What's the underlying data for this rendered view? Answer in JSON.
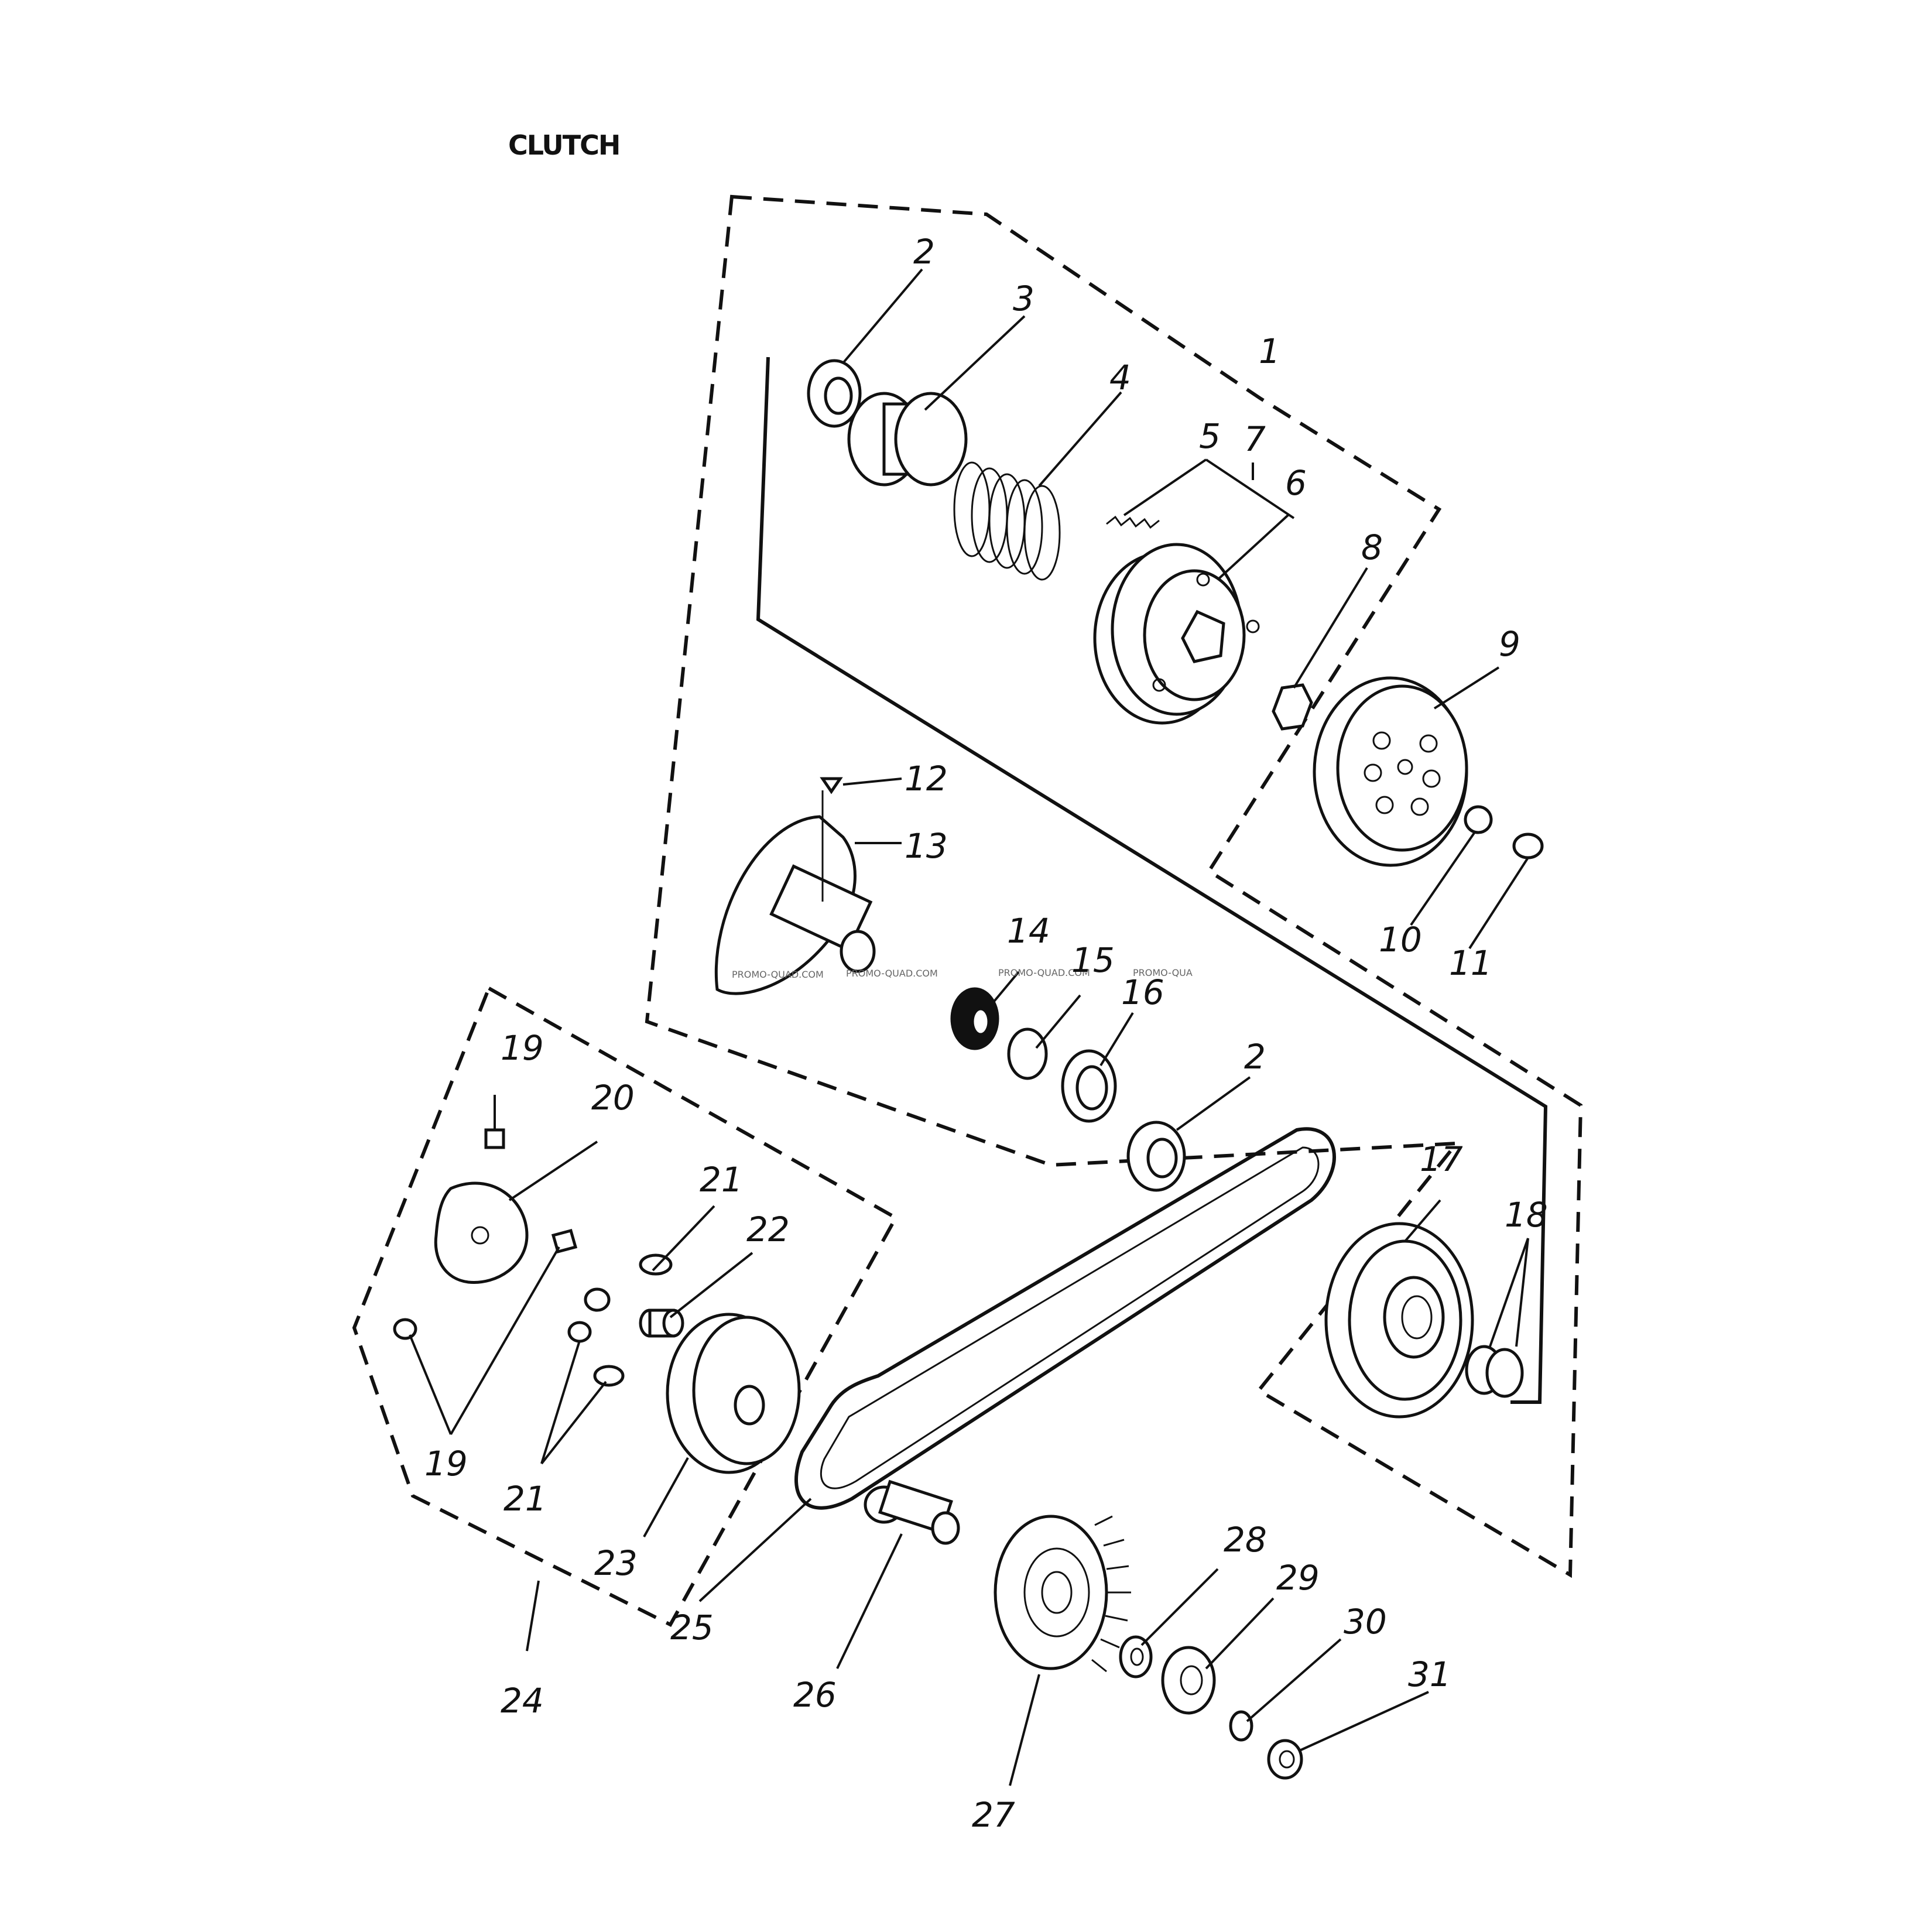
{
  "title": "CLUTCH",
  "watermark": [
    "PROMO-QUAD.COM",
    "PROMO-QUAD.COM",
    "PROMO-QUAD.COM",
    "PROMO-QUA"
  ],
  "callouts": {
    "c1": "1",
    "c2a": "2",
    "c2b": "2",
    "c3": "3",
    "c4": "4",
    "c5": "5",
    "c6": "6",
    "c7": "7",
    "c8": "8",
    "c9": "9",
    "c10": "10",
    "c11": "11",
    "c12": "12",
    "c13": "13",
    "c14": "14",
    "c15": "15",
    "c16": "16",
    "c17": "17",
    "c18": "18",
    "c19a": "19",
    "c19b": "19",
    "c20": "20",
    "c21a": "21",
    "c21b": "21",
    "c22": "22",
    "c23": "23",
    "c24": "24",
    "c25": "25",
    "c26": "26",
    "c27": "27",
    "c28": "28",
    "c29": "29",
    "c30": "30",
    "c31": "31"
  }
}
